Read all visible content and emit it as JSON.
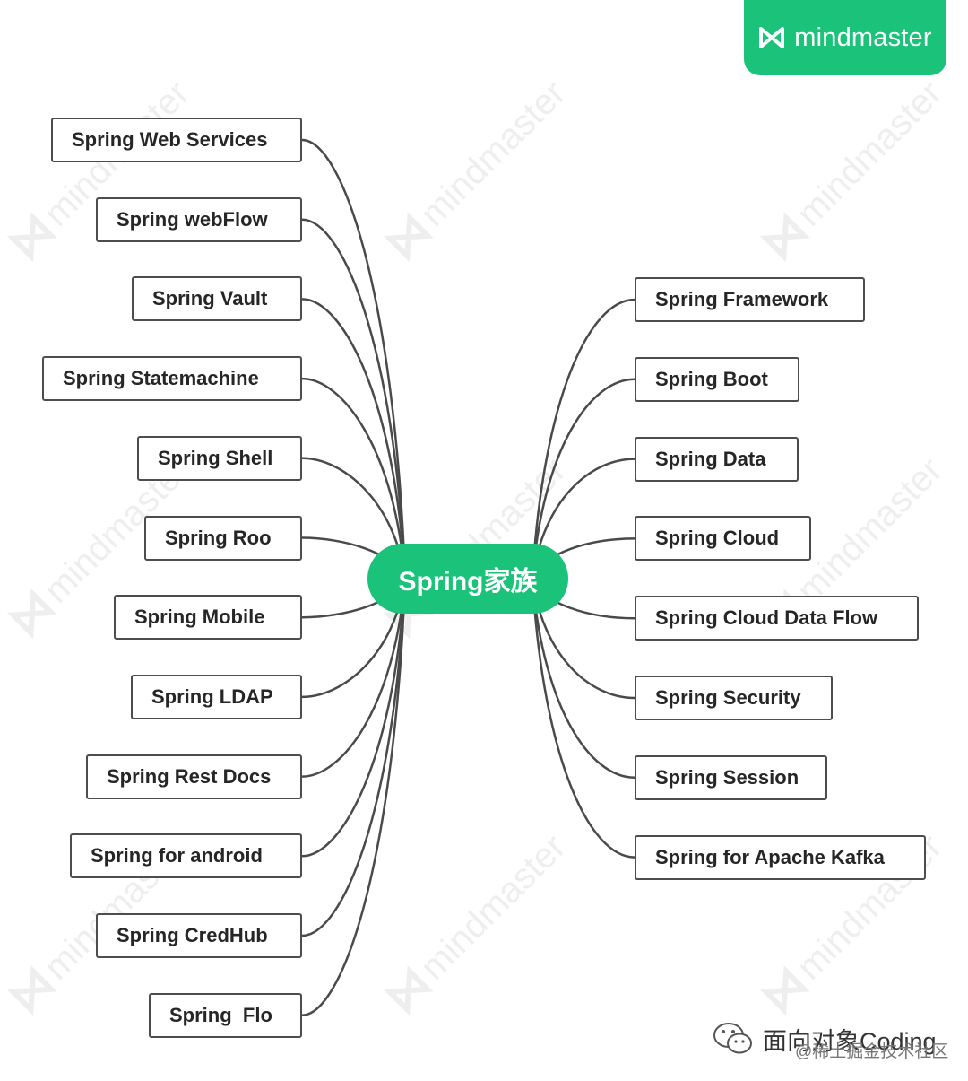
{
  "brand": {
    "name": "mindmaster",
    "accent": "#1bc27a"
  },
  "watermark_text": "mindmaster",
  "central_topic": "Spring家族",
  "left_branches": [
    "Spring Web Services",
    "Spring webFlow",
    "Spring Vault",
    "Spring Statemachine",
    "Spring Shell",
    "Spring Roo",
    "Spring Mobile",
    "Spring LDAP",
    "Spring Rest Docs",
    "Spring for android",
    "Spring CredHub",
    "Spring  Flo"
  ],
  "right_branches": [
    "Spring Framework",
    "Spring Boot",
    "Spring Data",
    "Spring Cloud",
    "Spring Cloud Data Flow",
    "Spring Security",
    "Spring Session",
    "Spring for Apache Kafka"
  ],
  "footer": {
    "icon": "wechat-icon",
    "title": "面向对象Coding",
    "credit": "@稀土掘金技术社区"
  }
}
